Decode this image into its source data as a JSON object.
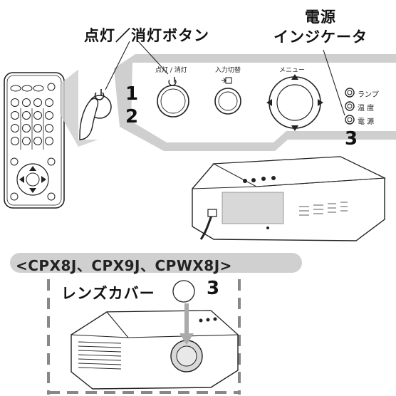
{
  "callouts": {
    "power_button": "点灯／消灯ボタン",
    "power_indicator_line1": "電源",
    "power_indicator_line2": "インジケータ",
    "lens_cover": "レンズカバー"
  },
  "panel": {
    "power_label": "点灯 / 消灯",
    "input_label": "入力切替",
    "menu_label": "メニュー",
    "indicators": [
      "ランプ",
      "温 度",
      "電 源"
    ]
  },
  "steps": {
    "step1": "1",
    "step2": "2",
    "step3": "3",
    "step3_lens": "3"
  },
  "models_banner": "<CPX8J、CPX9J、CPWX8J>"
}
